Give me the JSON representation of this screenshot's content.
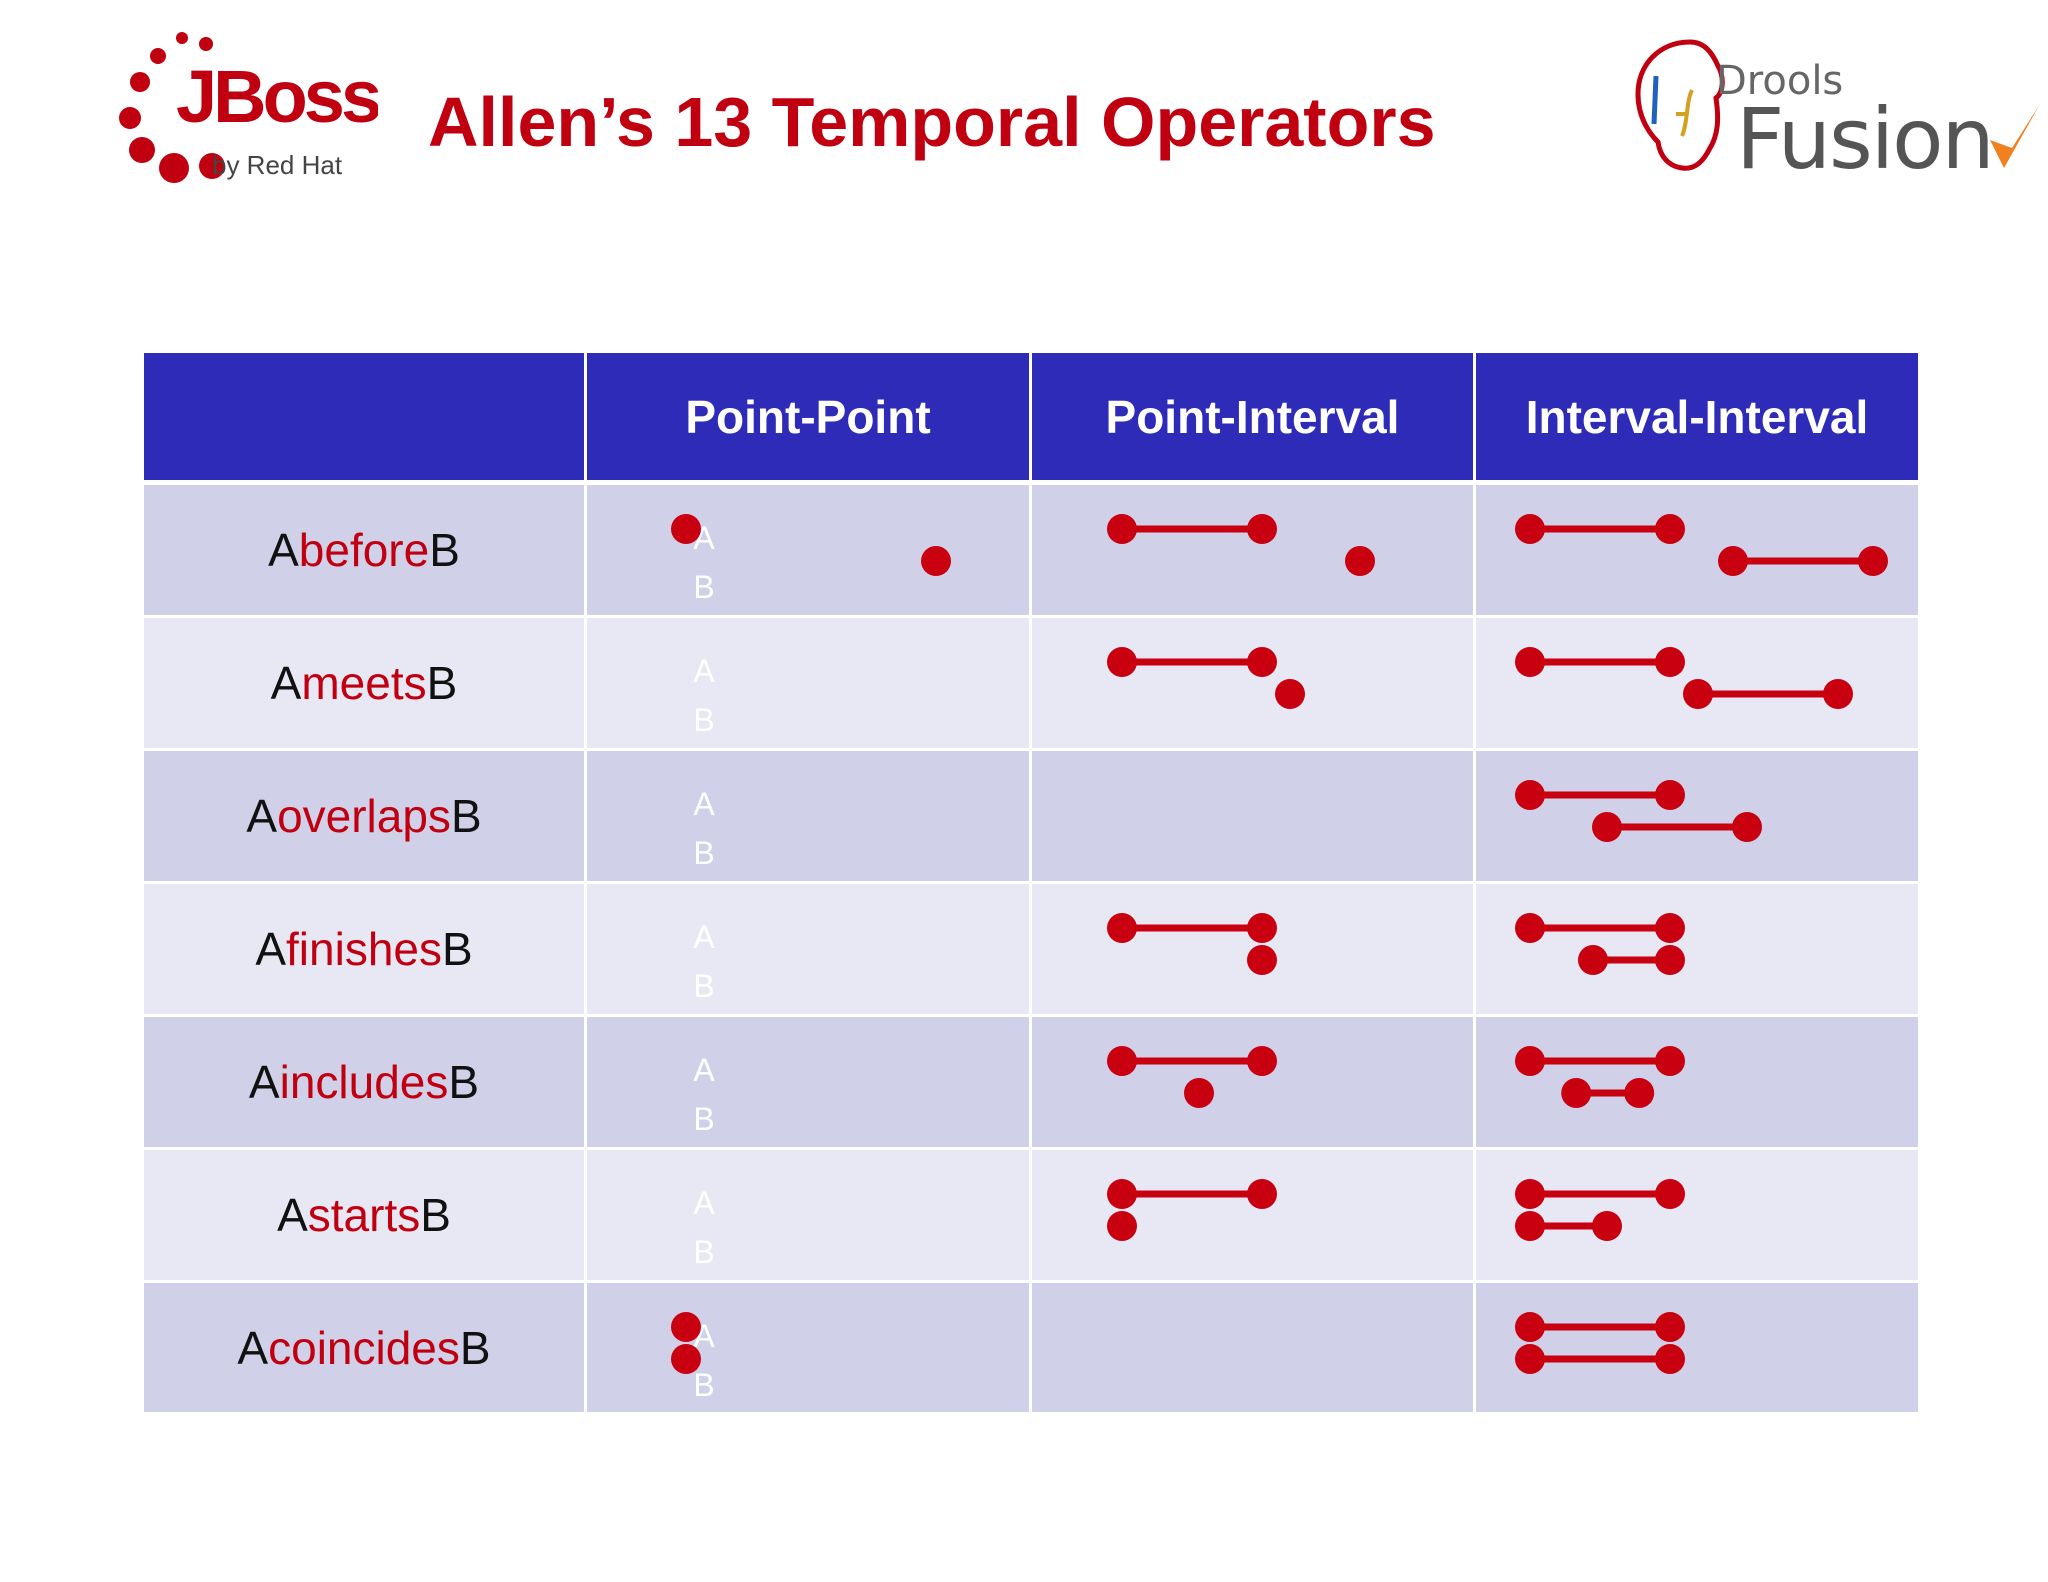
{
  "slide": {
    "title": "Allen’s 13 Temporal Operators"
  },
  "logos": {
    "jboss": {
      "wordmark": "JBoss",
      "tagline": "by Red Hat",
      "color": "#c00010"
    },
    "drools": {
      "brand": "Drools",
      "product": "Fusion"
    }
  },
  "table": {
    "columns": [
      "",
      "Point-Point",
      "Point-Interval",
      "Interval-Interval"
    ],
    "track_labels": {
      "a": "A",
      "b": "B"
    },
    "rows": [
      {
        "prefix": "A ",
        "operator": "before",
        "suffix": " B"
      },
      {
        "prefix": "A ",
        "operator": "meets",
        "suffix": " B"
      },
      {
        "prefix": "A ",
        "operator": "overlaps",
        "suffix": " B"
      },
      {
        "prefix": "A ",
        "operator": "finishes",
        "suffix": " B"
      },
      {
        "prefix": "A ",
        "operator": "includes",
        "suffix": " B"
      },
      {
        "prefix": "A ",
        "operator": "starts",
        "suffix": " B"
      },
      {
        "prefix": "A ",
        "operator": "coincides",
        "suffix": " B"
      }
    ]
  },
  "colors": {
    "header_bg": "#2e2bb8",
    "row_odd": "#d0d0e8",
    "row_even": "#e8e8f4",
    "accent": "#c00010",
    "mark": "#c80010"
  },
  "diagrams": {
    "before": {
      "point_point": {
        "a": [
          0.0,
          0.0
        ],
        "b": [
          1.0,
          1.0
        ]
      },
      "point_interval": {
        "a": [
          0.0,
          1.0
        ],
        "b": [
          1.7,
          1.7
        ]
      },
      "interval_interval": {
        "a": [
          0.0,
          1.0
        ],
        "b": [
          1.45,
          2.45
        ]
      }
    },
    "meets": {
      "point_point": null,
      "point_interval": {
        "a": [
          0.0,
          1.0
        ],
        "b": [
          1.2,
          1.2
        ]
      },
      "interval_interval": {
        "a": [
          0.0,
          1.0
        ],
        "b": [
          1.2,
          2.2
        ]
      }
    },
    "overlaps": {
      "point_point": null,
      "point_interval": null,
      "interval_interval": {
        "a": [
          0.0,
          1.0
        ],
        "b": [
          0.55,
          1.55
        ]
      }
    },
    "finishes": {
      "point_point": null,
      "point_interval": {
        "a": [
          0.0,
          1.0
        ],
        "b": [
          1.0,
          1.0
        ]
      },
      "interval_interval": {
        "a": [
          0.0,
          1.0
        ],
        "b": [
          0.45,
          1.0
        ]
      }
    },
    "includes": {
      "point_point": null,
      "point_interval": {
        "a": [
          0.0,
          1.0
        ],
        "b": [
          0.55,
          0.55
        ]
      },
      "interval_interval": {
        "a": [
          0.0,
          1.0
        ],
        "b": [
          0.33,
          0.78
        ]
      }
    },
    "starts": {
      "point_point": null,
      "point_interval": {
        "a": [
          0.0,
          1.0
        ],
        "b": [
          0.0,
          0.0
        ]
      },
      "interval_interval": {
        "a": [
          0.0,
          1.0
        ],
        "b": [
          0.0,
          0.55
        ]
      }
    },
    "coincides": {
      "point_point": {
        "a": [
          0.0,
          0.0
        ],
        "b": [
          0.0,
          0.0
        ]
      },
      "point_interval": null,
      "interval_interval": {
        "a": [
          0.0,
          1.0
        ],
        "b": [
          0.0,
          1.0
        ]
      }
    }
  }
}
